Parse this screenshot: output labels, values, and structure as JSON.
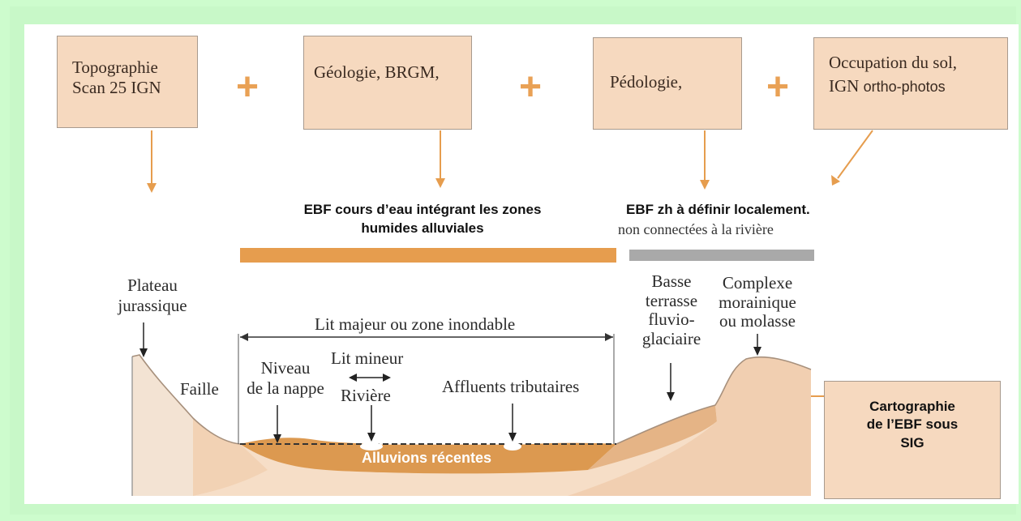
{
  "sources": {
    "topo": {
      "line1": "Topographie",
      "line2": "Scan 25 IGN"
    },
    "geo": {
      "line1": "Géologie, BRGM,"
    },
    "pedo": {
      "line1": "Pédologie,"
    },
    "occupation": {
      "line1": "Occupation du sol,",
      "line2_prefix": "IGN",
      "line2_suffix": "ortho-photos"
    },
    "plus_sign": "+"
  },
  "bands": {
    "ebf_cours_deau": {
      "line1": "EBF cours d’eau intégrant les zones",
      "line2": "humides alluviales",
      "color": "#e69d4e"
    },
    "ebf_zh": {
      "line1": "EBF zh à définir localement.",
      "line2": "non connectées à la rivière",
      "color": "#a9a9a9"
    }
  },
  "profile": {
    "plateau": {
      "line1": "Plateau",
      "line2": "jurassique"
    },
    "faille": "Faille",
    "lit_majeur": "Lit majeur ou zone inondable",
    "niveau_nappe": {
      "line1": "Niveau",
      "line2": "de la nappe"
    },
    "lit_mineur": "Lit mineur",
    "riviere": "Rivière",
    "affluents": "Affluents tributaires",
    "alluvions": "Alluvions récentes",
    "basse_terrasse": {
      "line1": "Basse",
      "line2": "terrasse",
      "line3": "fluvio-",
      "line4": "glaciaire"
    },
    "complexe": {
      "line1": "Complexe",
      "line2": "morainique",
      "line3": "ou molasse"
    }
  },
  "result": {
    "line1": "Cartographie",
    "line2": "de l’EBF sous",
    "line3": "SIG"
  },
  "colors": {
    "box_fill": "#f6d9bf",
    "arrow": "#e69d4e",
    "alluvium": "#d9934a",
    "terrain": "#f3d6bb"
  }
}
